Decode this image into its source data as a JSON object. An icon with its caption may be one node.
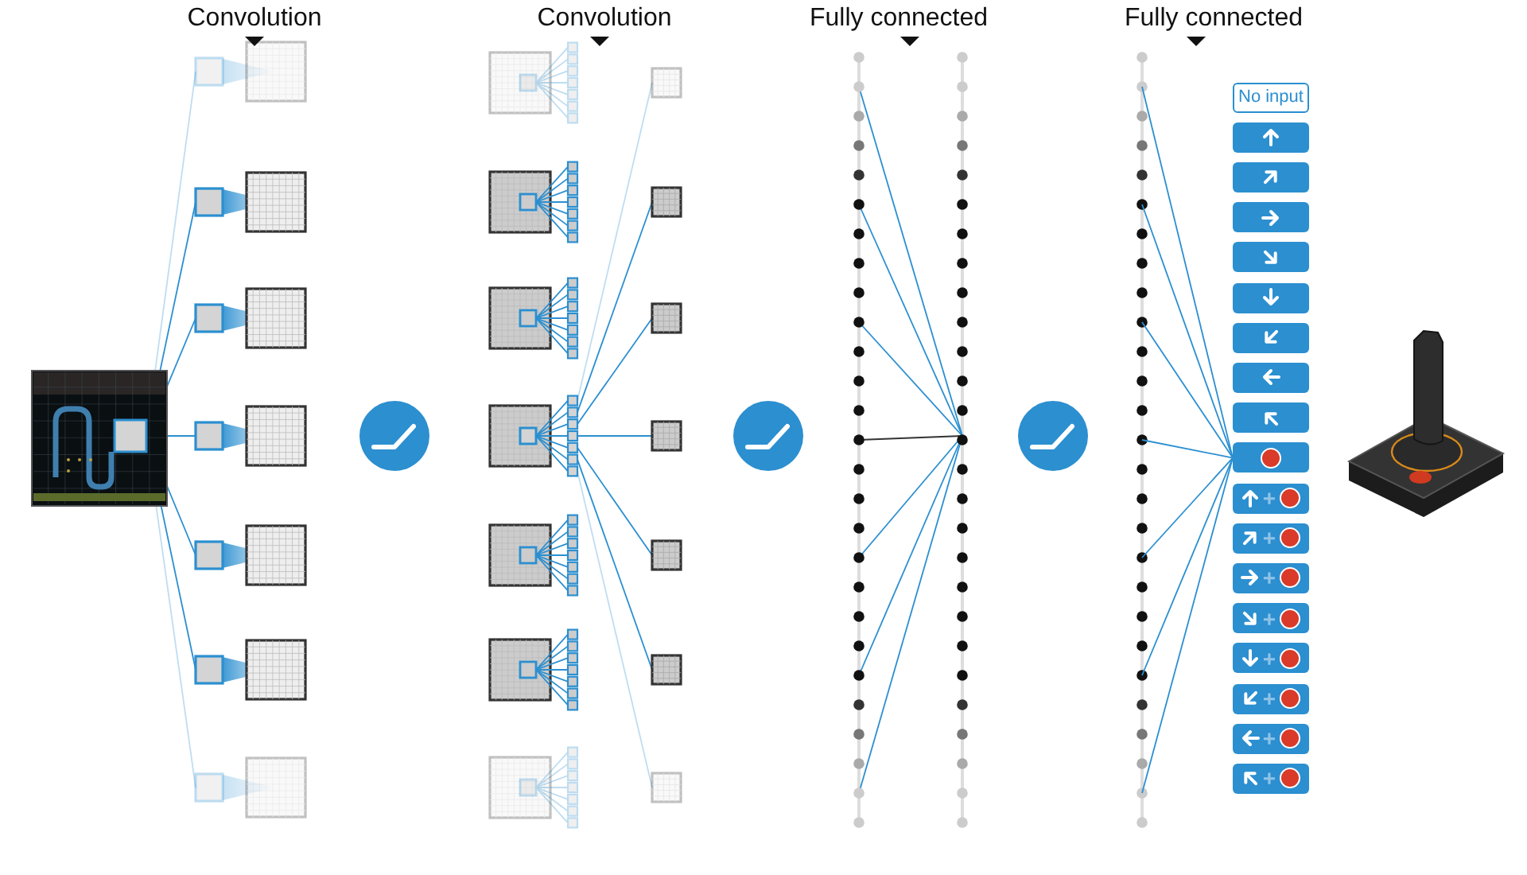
{
  "diagram": {
    "nodes": [
      {
        "text": [],
        "shape": "picture"
      },
      {
        "text": [],
        "shape": "box",
        "in": 0
      },
      {
        "text": [],
        "shape": "box"
      },
      {
        "text": [],
        "shape": "box"
      },
      {
        "text": [],
        "shape": "box"
      },
      {
        "text": [],
        "shape": "box"
      },
      {
        "text": [],
        "shape": "box"
      },
      {
        "text": [],
        "shape": "box"
      },
      {
        "text": [],
        "shape": "box"
      },
      {
        "text": [],
        "shape": "box"
      },
      {
        "text": [],
        "shape": "box"
      },
      {
        "text": [],
        "shape": "box"
      },
      {
        "text": [],
        "shape": "box"
      },
      {
        "text": [],
        "shape": "box"
      },
      {
        "text": [],
        "shape": "box"
      },
      {
        "text": [],
        "shape": "box"
      },
      {
        "text": [],
        "shape": "box"
      },
      {
        "text": [],
        "shape": "box"
      },
      {
        "text": [],
        "shape": "box"
      },
      {
        "text": [],
        "shape": "box"
      },
      {
        "text": [],
        "shape": "box"
      },
      {
        "text": [],
        "shape": "box"
      },
      {
        "text": [],
        "shape": "box"
      },
      {
        "text": [],
        "shape": "box"
      },
      {
        "text": [
          "No input"
        ]
      },
      {
        "text": [],
        "shape": "box"
      },
      {
        "text": [],
        "shape": "box"
      },
      {
        "text": [],
        "shape": "box"
      },
      {
        "text": [],
        "shape": "box"
      },
      {
        "text": [],
        "shape": "box"
      },
      {
        "text": [],
        "shape": "box"
      },
      {
        "text": [],
        "shape": "box"
      },
      {
        "text": [],
        "shape": "box"
      },
      {
        "text": [],
        "shape": "box"
      },
      {
        "text": [
          "+"
        ]
      },
      {
        "text": [
          "+"
        ]
      },
      {
        "text": [
          "+"
        ]
      },
      {
        "text": [
          "+"
        ]
      },
      {
        "text": [
          "+"
        ]
      },
      {
        "text": [
          "+"
        ]
      },
      {
        "text": [
          "+"
        ]
      },
      {
        "text": [
          "+"
        ]
      }
    ],
    "edges": [
      {
        "from": 1,
        "to": 2,
        "arrow": "none"
      },
      {
        "from": 1,
        "to": 3,
        "arrow": "none"
      },
      {
        "from": 1,
        "to": 4,
        "arrow": "none"
      },
      {
        "from": 1,
        "to": 5,
        "arrow": "none"
      },
      {
        "from": 1,
        "to": 6,
        "arrow": "none"
      },
      {
        "from": 1,
        "to": 7,
        "arrow": "none"
      },
      {
        "from": 1,
        "to": 8,
        "arrow": "none"
      },
      {
        "from": 9,
        "to": 10,
        "arrow": "none"
      },
      {
        "from": 9,
        "to": 11,
        "arrow": "none"
      },
      {
        "from": 9,
        "to": 12,
        "arrow": "none"
      },
      {
        "from": 9,
        "to": 13,
        "arrow": "none"
      },
      {
        "from": 9,
        "to": 14,
        "arrow": "none"
      },
      {
        "from": 9,
        "to": 15,
        "arrow": "none"
      },
      {
        "from": 9,
        "to": 16,
        "arrow": "none"
      },
      {
        "from": 10,
        "to": 17,
        "arrow": "none"
      },
      {
        "from": 11,
        "to": 18,
        "arrow": "none"
      },
      {
        "from": 12,
        "to": 19,
        "arrow": "none"
      },
      {
        "from": 13,
        "to": 20,
        "arrow": "none"
      },
      {
        "from": 14,
        "to": 21,
        "arrow": "none"
      },
      {
        "from": 15,
        "to": 22,
        "arrow": "none"
      },
      {
        "from": 16,
        "to": 23,
        "arrow": "none"
      },
      {
        "from": null,
        "to": 33,
        "arrow": "none"
      },
      {
        "from": null,
        "to": 33,
        "arrow": "none"
      },
      {
        "from": null,
        "to": 33,
        "arrow": "none"
      },
      {
        "from": null,
        "to": 33,
        "arrow": "none"
      },
      {
        "from": null,
        "to": 33,
        "arrow": "none"
      },
      {
        "from": null,
        "to": 33,
        "arrow": "none"
      },
      {
        "from": null,
        "to": 33,
        "arrow": "none"
      }
    ],
    "labels": [
      "Convolution",
      "Convolution",
      "Fully connected",
      "Fully connected"
    ]
  }
}
